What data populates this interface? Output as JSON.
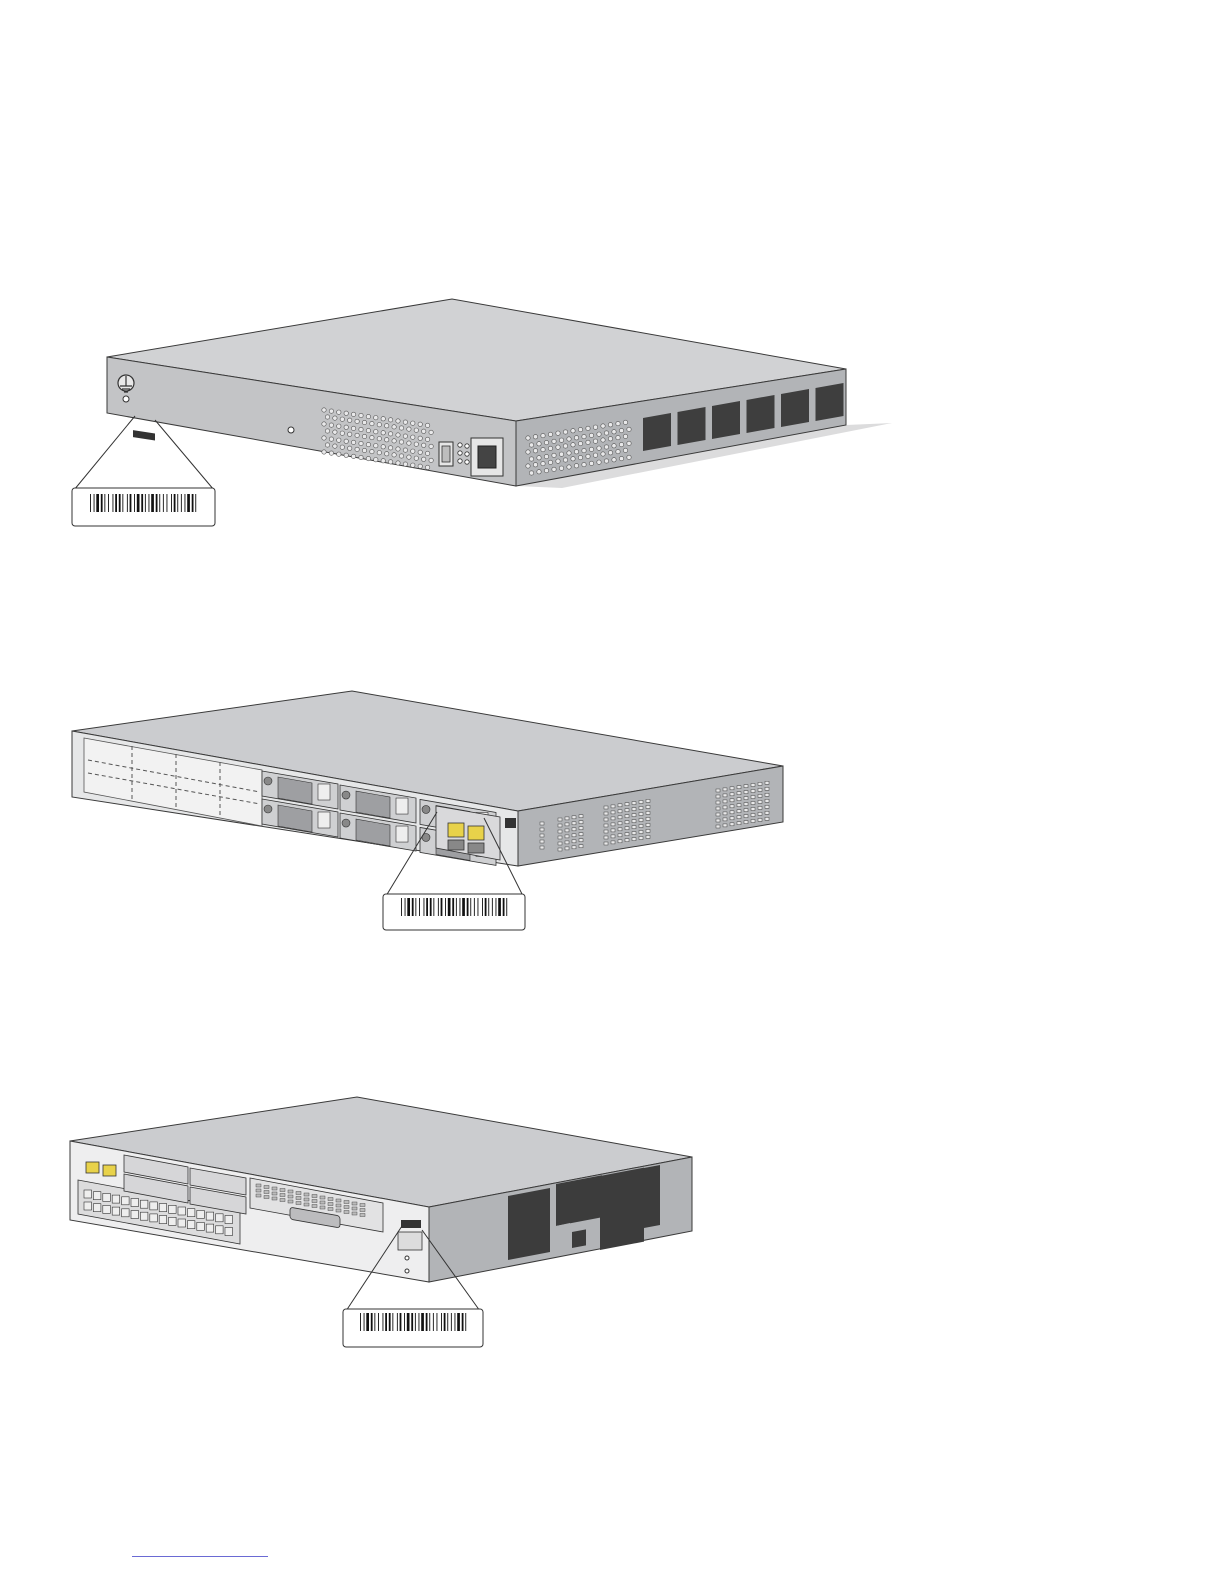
{
  "figures": [
    {
      "name": "router-1ru-rear",
      "callout": "serial-number-label",
      "icon": "barcode-icon",
      "colors": {
        "top": "#d1d2d4",
        "front": "#c3c4c6",
        "side": "#b2b4b7",
        "outline": "#3a3a3a",
        "vent": "#e9e9ea"
      }
    },
    {
      "name": "router-2ru-rear",
      "callout": "serial-number-label",
      "icon": "barcode-icon",
      "colors": {
        "top": "#cbcccf",
        "front": "#e6e7e8",
        "side": "#b2b4b7",
        "outline": "#3a3a3a",
        "vent": "#e9e9ea"
      }
    },
    {
      "name": "router-2ru-rear-ports",
      "callout": "serial-number-label",
      "icon": "barcode-icon",
      "colors": {
        "top": "#cbcccf",
        "front": "#eeeeef",
        "side": "#b2b4b7",
        "outline": "#3a3a3a",
        "vent": "#3c3c3c"
      }
    }
  ],
  "footer_link": {
    "color": "#6a6ad4"
  }
}
